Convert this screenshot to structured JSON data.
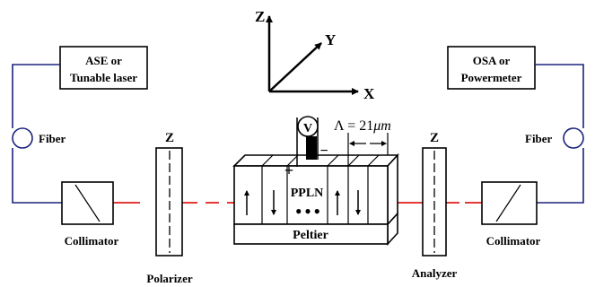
{
  "colors": {
    "fiber": "#1a237e",
    "beam": "#e53935",
    "stroke": "#000000",
    "background": "#ffffff"
  },
  "source_box": {
    "line1": "ASE or",
    "line2": "Tunable laser"
  },
  "detector_box": {
    "line1": "OSA or",
    "line2": "Powermeter"
  },
  "fiber_left": {
    "label": "Fiber",
    "icon": "fiber-coil-icon"
  },
  "fiber_right": {
    "label": "Fiber",
    "icon": "fiber-coil-icon"
  },
  "collimator_left": {
    "label": "Collimator"
  },
  "collimator_right": {
    "label": "Collimator"
  },
  "polarizer": {
    "axis": "Z",
    "label": "Polarizer"
  },
  "analyzer": {
    "axis": "Z",
    "label": "Analyzer"
  },
  "axes": {
    "z": "Z",
    "y": "Y",
    "x": "X"
  },
  "crystal": {
    "name": "PPLN",
    "base": "Peltier",
    "period": "Λ = 21",
    "period_unit": "μm",
    "voltmeter": "V",
    "plus": "+",
    "minus": "−",
    "dots": "● ● ●",
    "domain_arrows": [
      "up",
      "down",
      "up",
      "down"
    ]
  }
}
